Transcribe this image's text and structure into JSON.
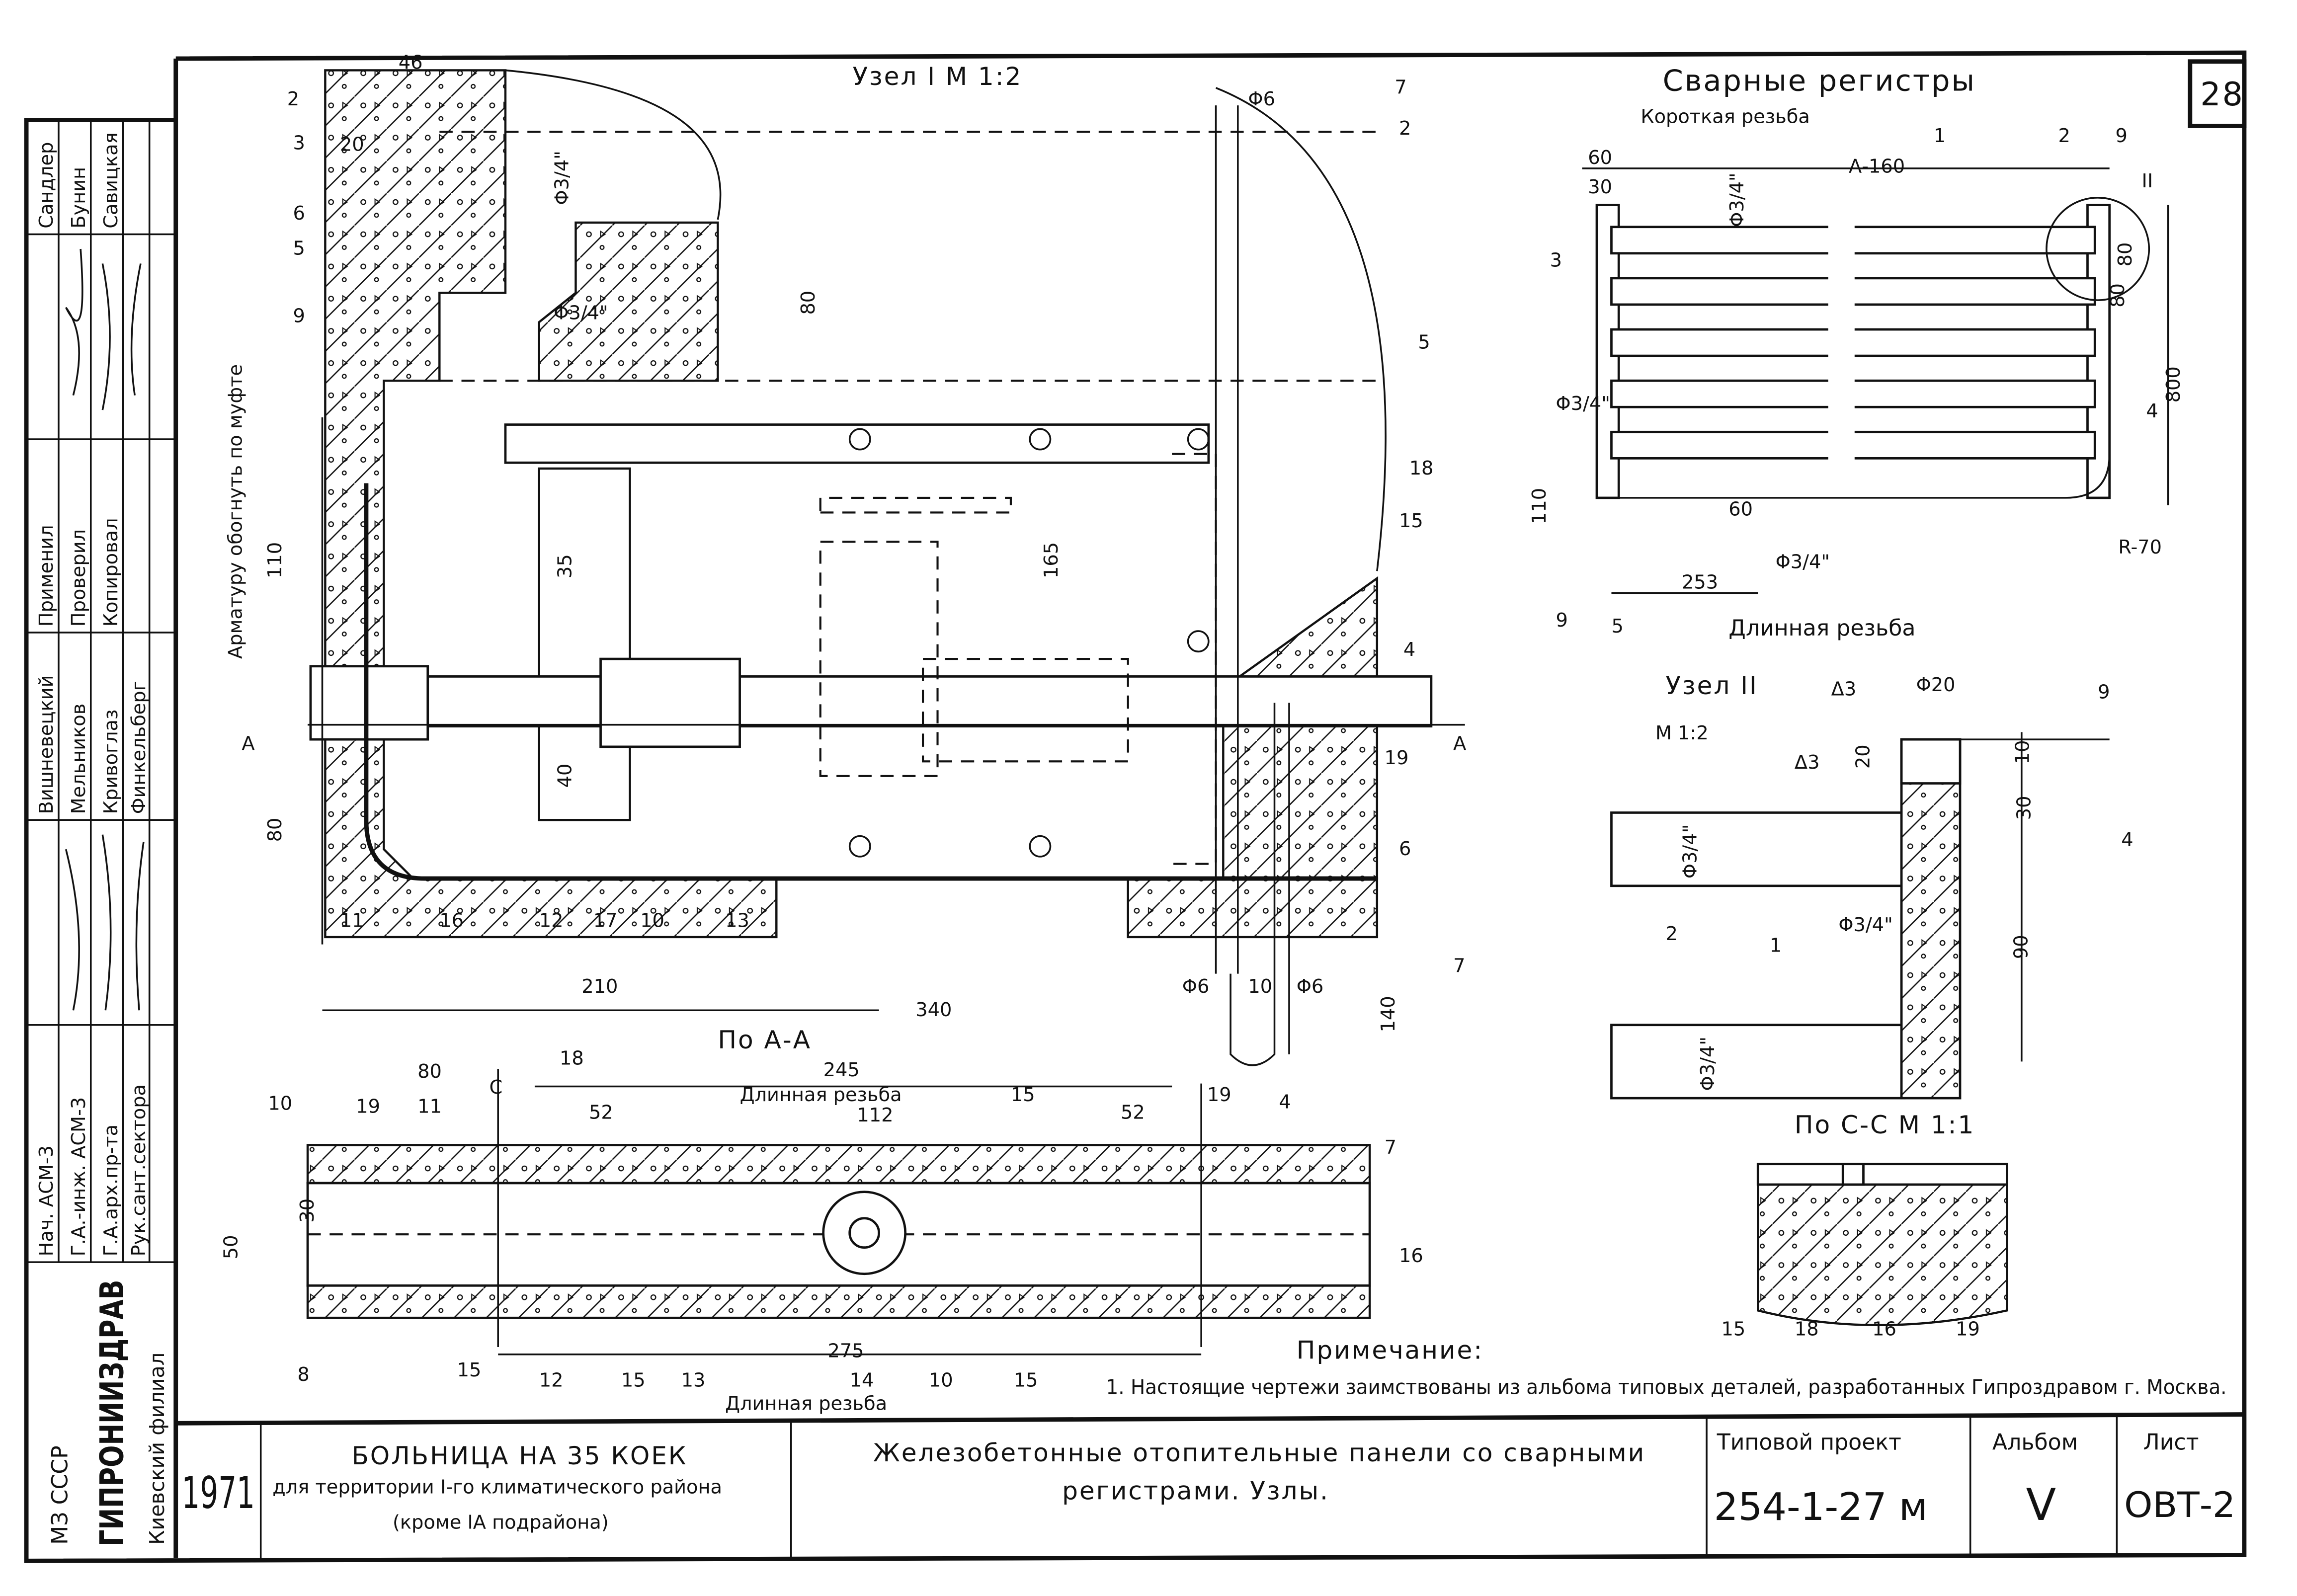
{
  "sheet_number": "28",
  "stamp": {
    "people_top": [
      "Сандлер",
      "Бунин",
      "Савицкая"
    ],
    "roles_mid": [
      "Применил",
      "Проверил",
      "Копировал"
    ],
    "people_mid": [
      "Вишневецкий",
      "Мельников",
      "Кривоглаз",
      "Финкельберг"
    ],
    "roles_bottom": [
      "Нач. АСМ-3",
      "Г.А.-инж. АСМ-3",
      "Г.А.арх.пр-та",
      "Рук.сант.сектора"
    ],
    "org": [
      "МЗ СССР",
      "ГИПРОНИИЗДРАВ",
      "Киевский филиал"
    ]
  },
  "title_block": {
    "year": "1971",
    "project_name": "БОЛЬНИЦА НА 35 КОЕК",
    "project_sub1": "для территории I-го климатического района",
    "project_sub2": "(кроме IА подрайона)",
    "sheet_title1": "Железобетонные отопительные панели со сварными",
    "sheet_title2": "регистрами.  Узлы.",
    "project_label": "Типовой проект",
    "project_code": "254-1-27 м",
    "album_label": "Альбом",
    "album_value": "V",
    "sheet_label": "Лист",
    "sheet_value": "ОВТ-2"
  },
  "headings": {
    "node1": "Узел I  М 1:2",
    "registers": "Сварные регистры",
    "short_thread": "Короткая резьба",
    "long_thread_reg": "Длинная резьба",
    "node2": "Узел II",
    "node2_scale": "М 1:2",
    "section_aa": "По А-А",
    "section_cc": "По С-С  М 1:1",
    "long_thread_top": "Длинная резьба",
    "long_thread_bottom": "Длинная резьба",
    "rebar_note": "Арматуру обогнуть по муфте"
  },
  "note": {
    "title": "Примечание:",
    "text": "1. Настоящие чертежи заимствованы из альбома типовых деталей, разработанных Гипроздравом г. Москва."
  },
  "labels": [
    "46",
    "2",
    "3",
    "20",
    "6",
    "5",
    "9",
    "Φ3/4\"",
    "Φ3/4\"",
    "80",
    "Φ6",
    "7",
    "2",
    "5",
    "18",
    "15",
    "4",
    "19",
    "6",
    "110",
    "35",
    "165",
    "40",
    "80",
    "210",
    "340",
    "11",
    "16",
    "12",
    "17",
    "10",
    "13",
    "Φ6",
    "10",
    "Φ6",
    "7",
    "140",
    "А",
    "А",
    "80",
    "18",
    "245",
    "С",
    "52",
    "112",
    "15",
    "52",
    "19",
    "4",
    "10",
    "19",
    "11",
    "7",
    "30",
    "50",
    "16",
    "8",
    "275",
    "15",
    "12",
    "15",
    "13",
    "14",
    "10",
    "15",
    "60",
    "30",
    "А-160",
    "1",
    "2",
    "9",
    "II",
    "Φ3/4\"",
    "3",
    "80",
    "80",
    "800",
    "Φ3/4\"",
    "4",
    "110",
    "60",
    "Φ3/4\"",
    "R-70",
    "253",
    "9",
    "5",
    "Δ3",
    "Φ20",
    "9",
    "20",
    "10",
    "Δ3",
    "4",
    "30",
    "Φ3/4\"",
    "1",
    "Φ3/4\"",
    "2",
    "90",
    "Φ3/4\"",
    "15",
    "18",
    "16",
    "19"
  ]
}
